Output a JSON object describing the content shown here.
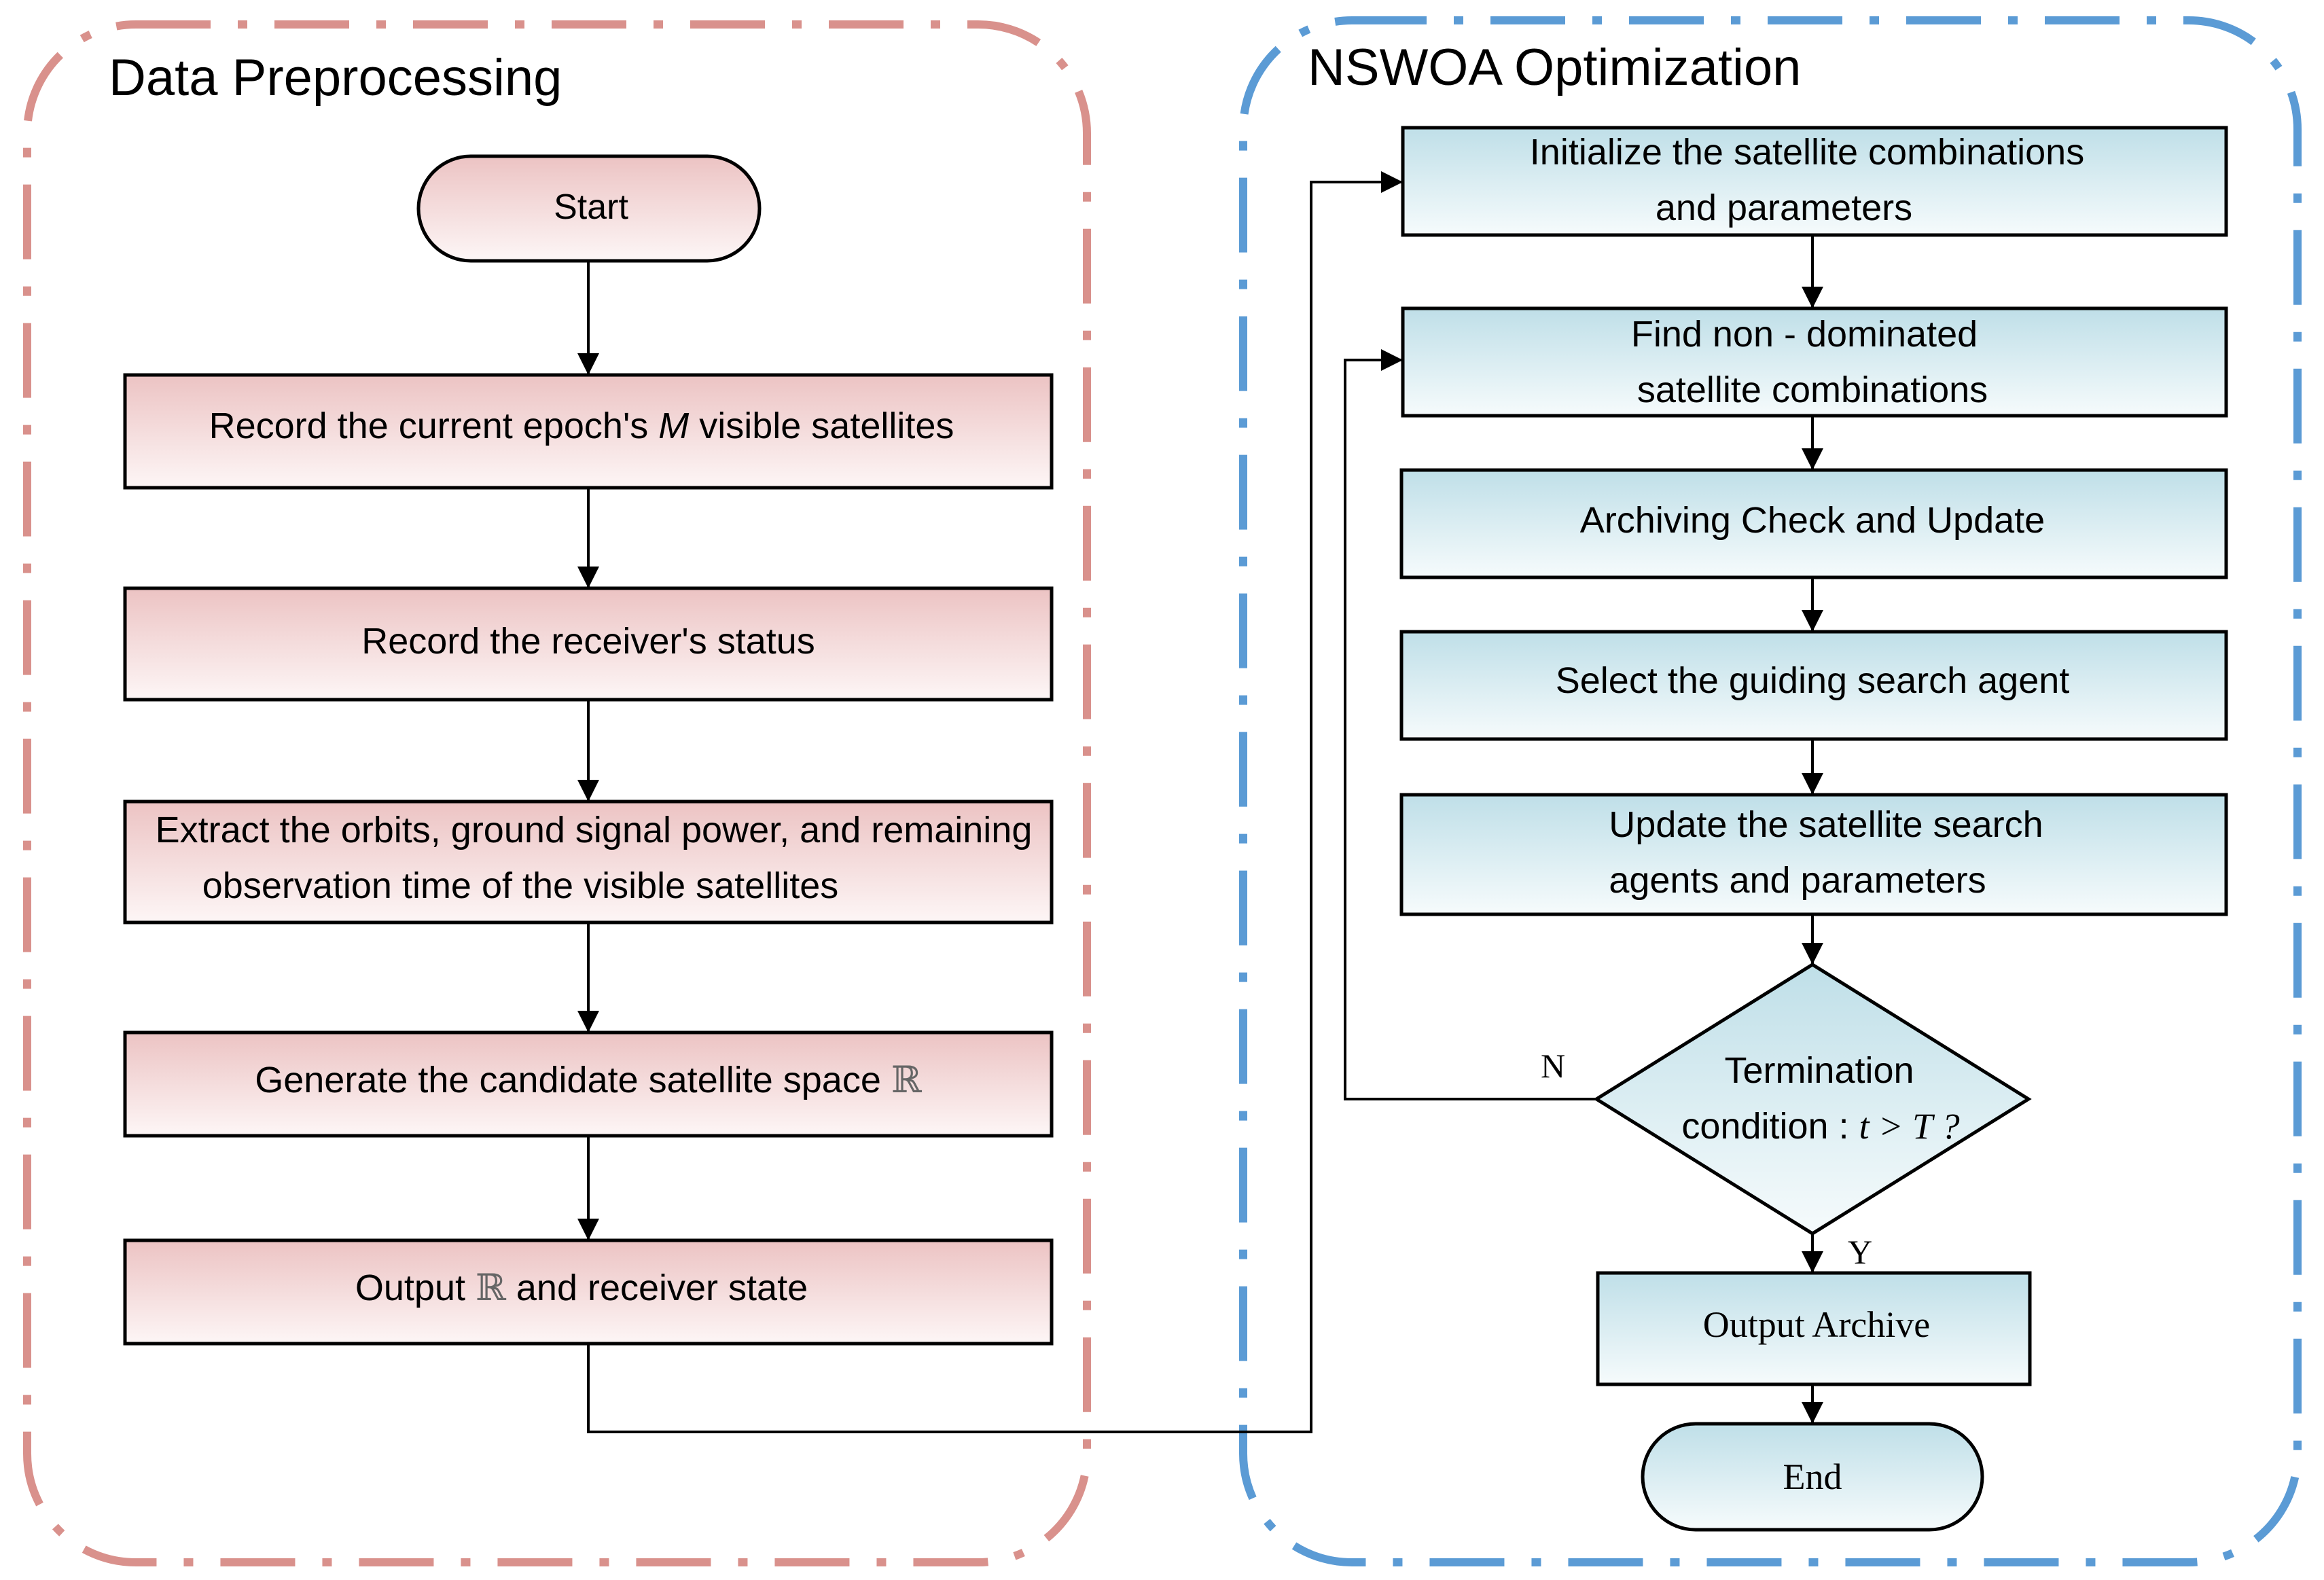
{
  "colors": {
    "left_border": "#d9918c",
    "right_border": "#5b9bd5",
    "pink_top": "#ecc3c3",
    "pink_bottom": "#fdf6f6",
    "blue_top": "#bfdfe8",
    "blue_bottom": "#f6fbfc",
    "stroke": "#000000"
  },
  "left_panel": {
    "title": "Data Preprocessing",
    "start": "Start",
    "step1": {
      "before": "Record the current epoch's ",
      "italic": "M",
      "after": " visible satellites"
    },
    "step2": "Record the receiver's status",
    "step3": {
      "line1": "Extract the orbits, ground signal power, and remaining",
      "line2": "observation time of the visible satellites"
    },
    "step4": {
      "before": "Generate the candidate satellite space ",
      "symbol": "ℝ"
    },
    "step5": {
      "before": "Output ",
      "symbol": "ℝ",
      "after": " and receiver state"
    }
  },
  "right_panel": {
    "title": "NSWOA Optimization",
    "step1": {
      "line1": "Initialize the satellite combinations",
      "line2": "and parameters"
    },
    "step2": {
      "line1": "Find non - dominated",
      "line2": "satellite combinations"
    },
    "step3": "Archiving Check and Update",
    "step4": "Select the guiding search agent",
    "step5": {
      "line1": "Update the satellite search",
      "line2": "agents and parameters"
    },
    "decision": {
      "line1": "Termination",
      "line2_text": "condition : ",
      "line2_math": "t > T ?"
    },
    "no_label": "N",
    "yes_label": "Y",
    "output": "Output Archive",
    "end": "End"
  }
}
